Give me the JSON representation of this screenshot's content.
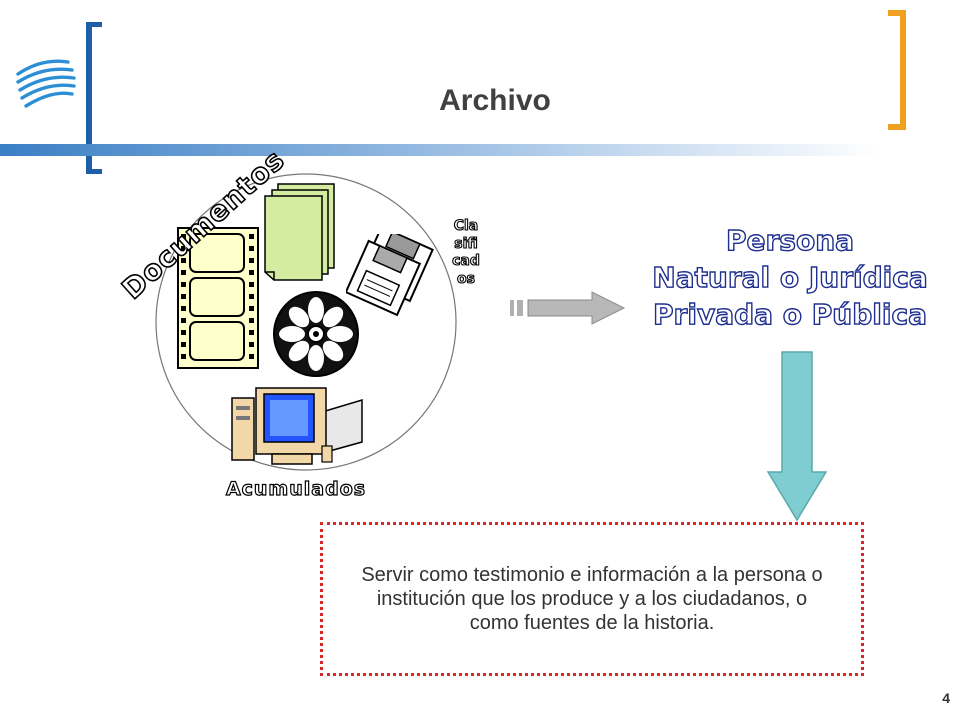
{
  "slide": {
    "title": "Archivo",
    "page_number": "4",
    "colors": {
      "bracket_left": "#1f5fa8",
      "bracket_right": "#f0a020",
      "bar": "#3a7fc4",
      "person_outline": "#1f2f8f",
      "down_arrow": "#7fcdd0",
      "dotted_border": "#d92626"
    }
  },
  "diagram": {
    "curved_top_label": "Documentos",
    "bottom_label": "Acumulados",
    "vertical_label": "Clasificados",
    "icons": [
      "film-strip-icon",
      "paper-stack-icon",
      "floppy-disks-icon",
      "film-reel-icon",
      "computer-icon"
    ]
  },
  "entity": {
    "line1": "Persona",
    "line2": "Natural o Jurídica",
    "line3": "Privada o Pública"
  },
  "purpose": {
    "text": "Servir como testimonio e información a la persona o institución que los produce y a los ciudadanos, o como fuentes de la historia."
  }
}
